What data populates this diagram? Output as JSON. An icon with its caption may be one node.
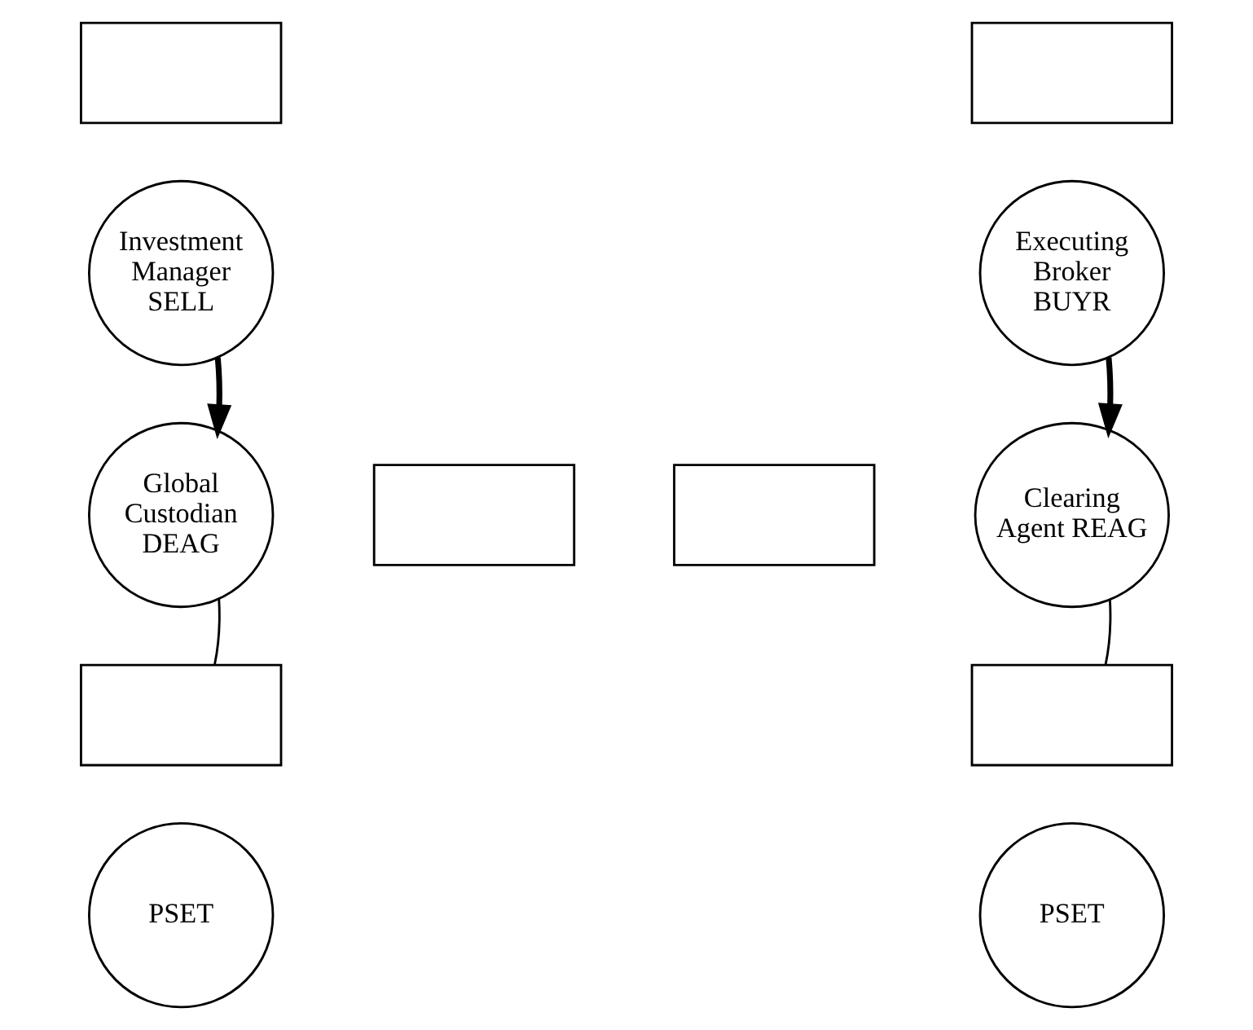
{
  "diagram": {
    "nodes": [
      {
        "text": [],
        "shape": "box"
      },
      {
        "text": [
          "Investment Manager SELL"
        ]
      },
      {
        "text": [],
        "shape": "box"
      },
      {
        "text": [
          "Executing Broker BUYR"
        ]
      },
      {
        "text": [],
        "shape": "box"
      },
      {
        "text": [],
        "shape": "box"
      },
      {
        "text": [
          "Global Custodian DEAG"
        ]
      },
      {
        "text": [
          "Clearing Agent REAG"
        ]
      },
      {
        "text": [],
        "shape": "box"
      },
      {
        "text": [],
        "shape": "box"
      },
      {
        "text": [
          "PSET"
        ]
      },
      {
        "text": [
          "PSET"
        ]
      }
    ],
    "edges": [
      {
        "from": 1,
        "to": 6,
        "arrow": "to",
        "style": "thick"
      },
      {
        "from": 3,
        "to": 7,
        "arrow": "to",
        "style": "thick"
      },
      {
        "from": 6,
        "to": 8,
        "arrow": "none"
      },
      {
        "from": 7,
        "to": 9,
        "arrow": "none"
      }
    ]
  }
}
